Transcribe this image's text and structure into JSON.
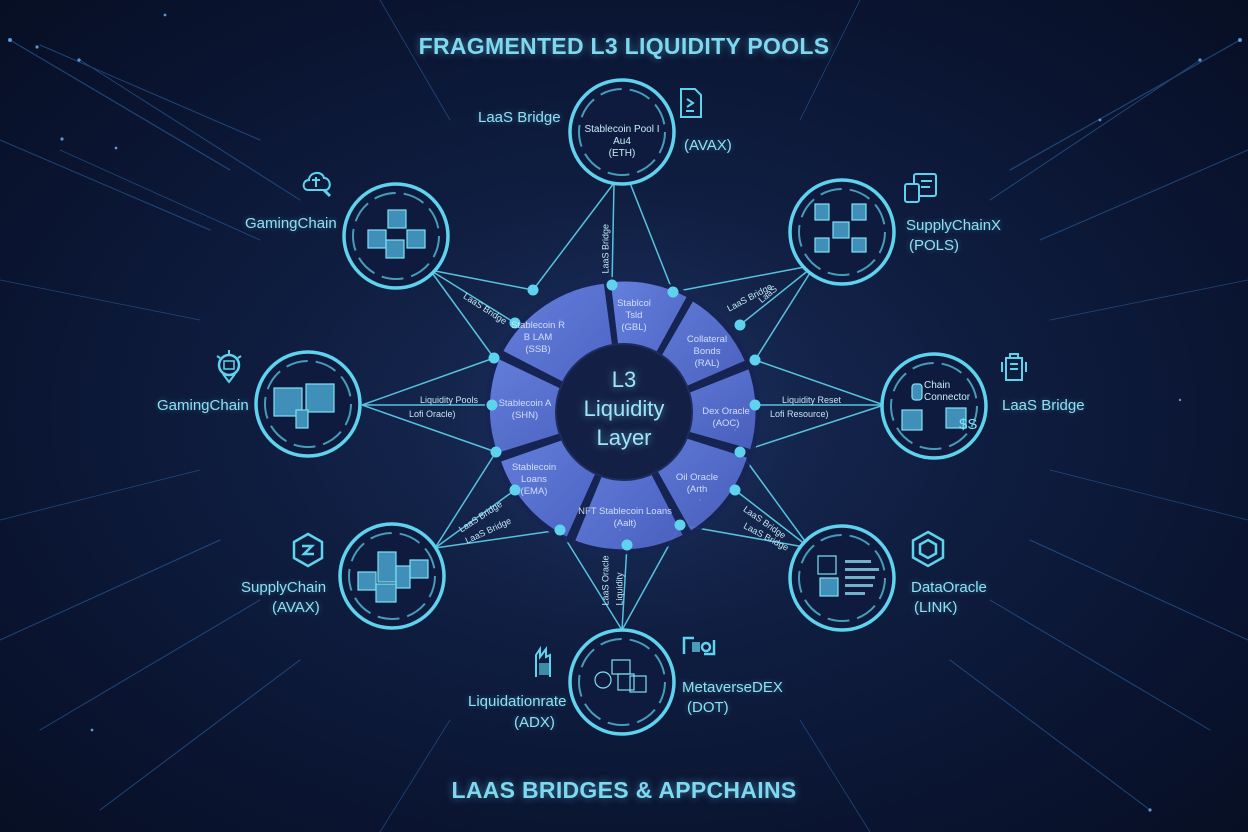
{
  "header": {
    "title": "FRAGMENTED L3 LIQUIDITY POOLS"
  },
  "footer": {
    "title": "LAAS BRIDGES & APPCHAINS"
  },
  "center": {
    "line1": "L3",
    "line2": "Liquidity",
    "line3": "Layer"
  },
  "colors": {
    "background": "#0b1530",
    "accent_cyan": "#5fd3ee",
    "text_cyan": "#8fe0f2",
    "segment_blue": "#5a74d8",
    "center_dark": "#141f45"
  },
  "segments": [
    {
      "label": "Stablecoin R\nB LAM\n(SSB)"
    },
    {
      "label": "Stablcoi\nTsld\n(GBL)"
    },
    {
      "label": "Collateral\nBonds\n(RAL)"
    },
    {
      "label": "Dex Oracle\n(AOC)"
    },
    {
      "label": "Oil Oracle\n(Arth"
    },
    {
      "label": "NFT Stablecoin Loans\n(Aalt)"
    },
    {
      "label": "Stablecoin\nLoans\n(EMA)"
    },
    {
      "label": "Stablecoin A\n(SHN)"
    }
  ],
  "nodes": [
    {
      "id": "top",
      "name": "LaaS Bridge",
      "chain": "(AVAX)",
      "inner": "Stablecoin Pool I\nAu4\n(ETH)",
      "icon": "document-icon"
    },
    {
      "id": "top-left",
      "name": "GamingChain",
      "chain": "",
      "icon": "cloud-plus-icon"
    },
    {
      "id": "top-right",
      "name": "SupplyChainX",
      "chain": "(POLS)",
      "icon": "ledger-icon"
    },
    {
      "id": "left",
      "name": "GamingChain",
      "chain": "",
      "icon": "gear-badge-icon"
    },
    {
      "id": "right",
      "name": "LaaS Bridge",
      "chain": "",
      "inner": "Chain\nConnector",
      "icon": "bridge-server-icon"
    },
    {
      "id": "bottom-left",
      "name": "SupplyChain",
      "chain": "(AVAX)",
      "icon": "hexagon-link-icon"
    },
    {
      "id": "bottom-right",
      "name": "DataOracle",
      "chain": "(LINK)",
      "icon": "hexagon-icon"
    },
    {
      "id": "bottom",
      "name": "Liquidationrate",
      "chain": "(ADX)",
      "icon": "building-icon",
      "right_name": "MetaverseDEX",
      "right_chain": "(DOT)",
      "right_icon": "swap-icon"
    }
  ],
  "link_labels": {
    "top": "LaaS Bridge",
    "top_left": "LaaS Bridge",
    "top_right_1": "LaaS Bridge",
    "top_right_2": "LaaS",
    "left_1": "Liquidity Pools",
    "left_2": "Lofi Oracle)",
    "right_1": "Liquidity Reset",
    "right_2": "Lofi Resource)",
    "bottom_left_1": "LaaS Bridge",
    "bottom_left_2": "LaaS Bridge",
    "bottom_right_1": "LaaS Bridge",
    "bottom_right_2": "LaaS Bridge",
    "bottom_1": "LaaS Oracle",
    "bottom_2": "Liquidity"
  }
}
